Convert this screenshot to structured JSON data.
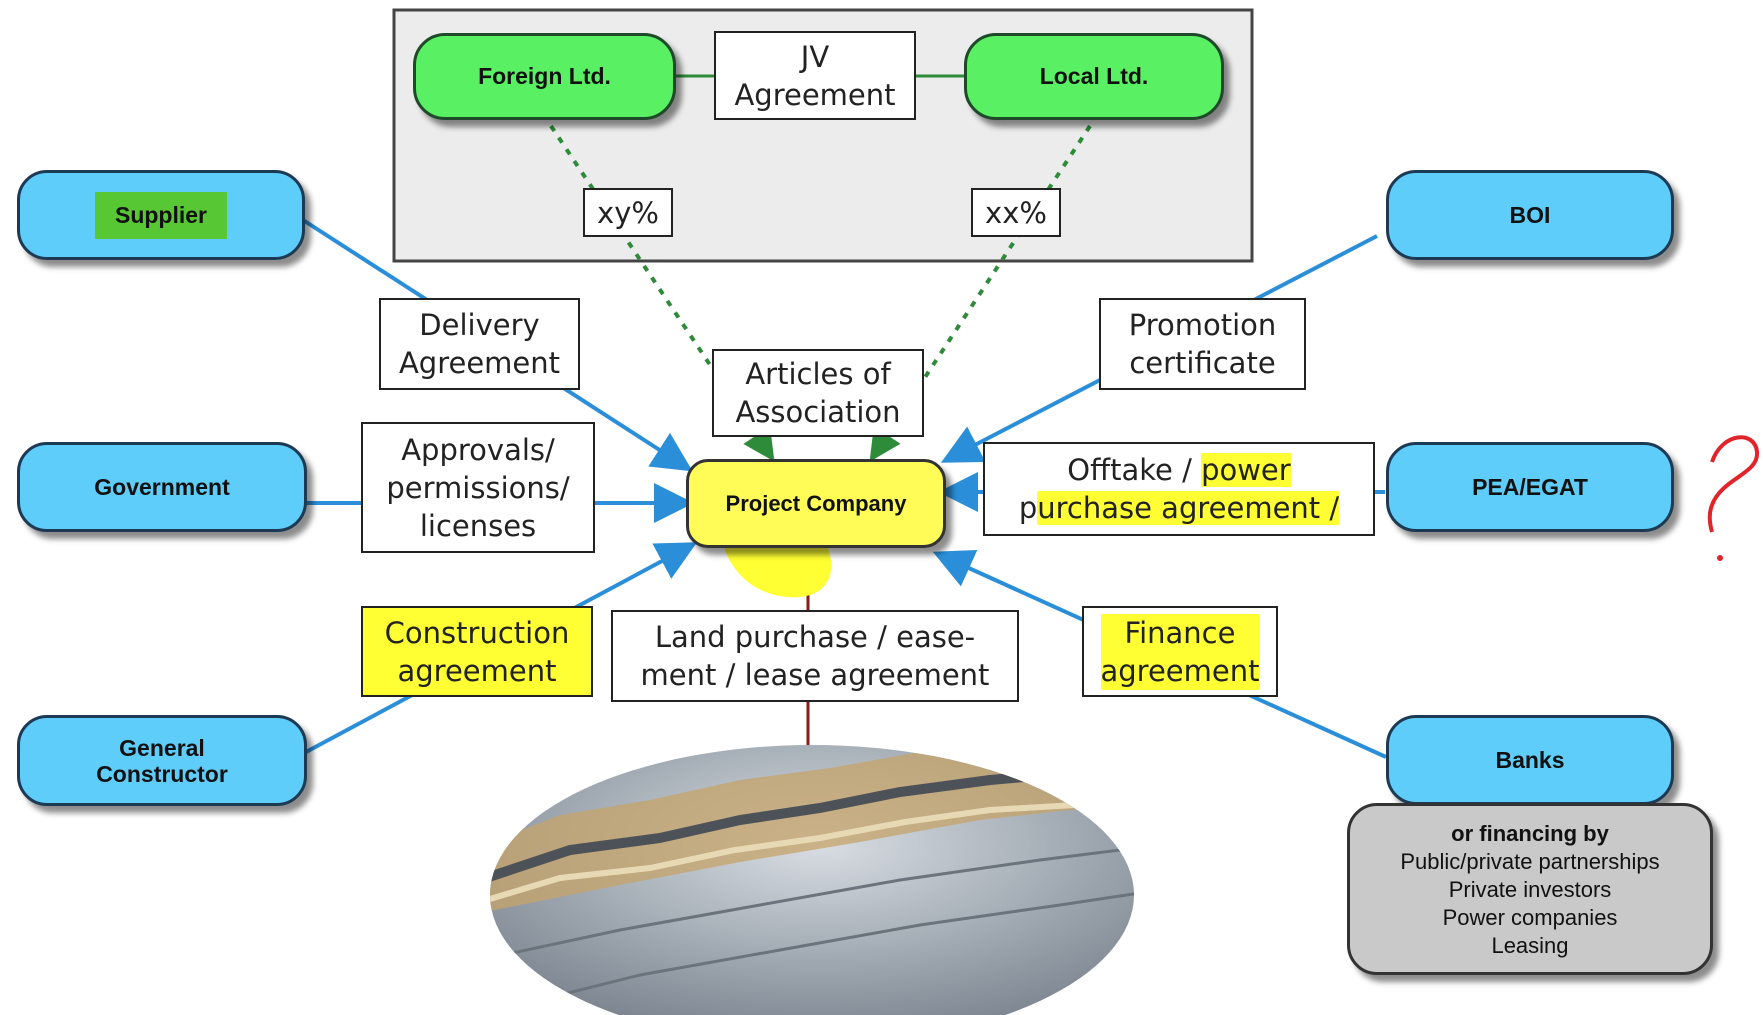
{
  "jv": {
    "foreign": "Foreign Ltd.",
    "local": "Local Ltd.",
    "agreement": "JV\nAgreement",
    "share_foreign": "xy%",
    "share_local": "xx%"
  },
  "center": {
    "project_company": "Project Company",
    "articles": "Articles of\nAssociation",
    "land": "Land purchase / ease-\nment / lease agreement"
  },
  "left": {
    "supplier": "Supplier",
    "supplier_label": "Delivery\nAgreement",
    "government": "Government",
    "government_label": "Approvals/\npermissions/\nlicenses",
    "constructor": "General\nConstructor",
    "constructor_label": "Construction\nagreement"
  },
  "right": {
    "boi": "BOI",
    "boi_label": "Promotion\ncertificate",
    "pea": "PEA/EGAT",
    "pea_label_a": "Offtake / ",
    "pea_label_b": "power",
    "pea_label_c": "p",
    "pea_label_d": "urchase agreement /",
    "pea_annotation": "?",
    "banks": "Banks",
    "banks_label": "Finance\nagreement",
    "financing_title": "or financing by",
    "financing_options": [
      "Public/private partnerships",
      "Private investors",
      "Power companies",
      "Leasing"
    ]
  },
  "colors": {
    "jv_box": "#5af064",
    "party_box": "#5ecdfa",
    "project_box": "#fffb57",
    "highlight": "#ffff33",
    "connector": "#2a8fd8",
    "share_line": "#2e8b3a",
    "land_line": "#8b1a1a",
    "annotation": "#e0242a"
  }
}
